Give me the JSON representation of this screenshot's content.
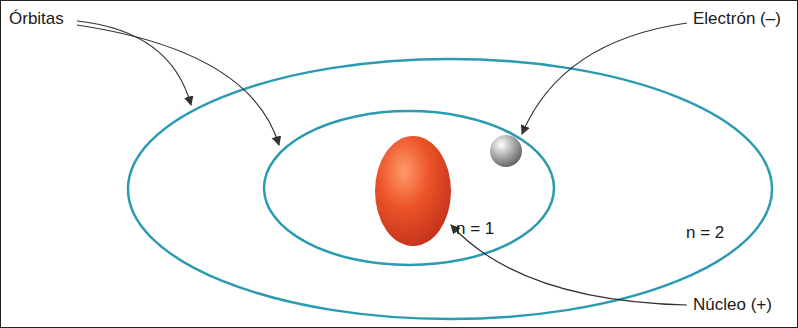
{
  "diagram": {
    "labels": [
      "Órbitas",
      "Electrón (–)",
      "n = 1",
      "n = 2",
      "Núcleo (+)"
    ]
  }
}
